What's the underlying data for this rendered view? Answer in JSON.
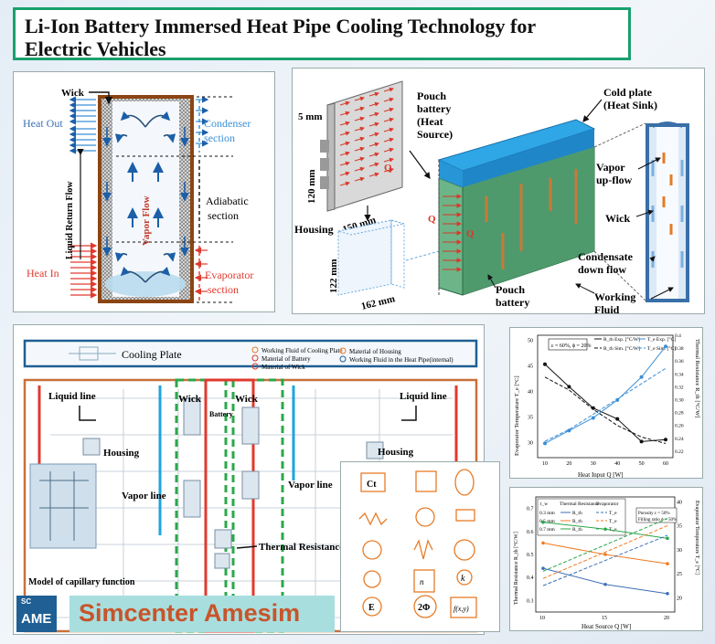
{
  "title": {
    "line1": "Li-Ion Battery Immersed Heat Pipe Cooling Technology for",
    "line2": "Electric Vehicles"
  },
  "heatpipe": {
    "wick": "Wick",
    "heat_out": "Heat Out",
    "heat_in": "Heat In",
    "liquid_return": "Liquid Return Flow",
    "vapor_flow": "Vapor Flow",
    "condenser1": "Condenser",
    "condenser2": "section",
    "adiabatic1": "Adiabatic",
    "adiabatic2": "section",
    "evaporator1": "Evaporator",
    "evaporator2": "section"
  },
  "module": {
    "dim_5": "5 mm",
    "dim_120": "120 mm",
    "dim_150": "150 mm",
    "pouch1": "Pouch",
    "pouch2": "battery",
    "pouch3": "(Heat",
    "pouch4": "Source)",
    "q": "Q",
    "cold1": "Cold plate",
    "cold2": "(Heat Sink)",
    "vapor1": "Vapor",
    "vapor2": "up-flow",
    "wick": "Wick",
    "cond1": "Condensate",
    "cond2": "down flow",
    "housing": "Housing",
    "dim_122": "122 mm",
    "dim_162": "162 mm",
    "pouchb1": "Pouch",
    "pouchb2": "battery",
    "fluid1": "Working",
    "fluid2": "Fluid"
  },
  "amesim": {
    "cooling_plate": "Cooling Plate",
    "leg1": "Working Fluid of Cooling Plate",
    "leg2": "Material of Battery",
    "leg3": "Material of Wick",
    "leg4": "Material of Housing",
    "leg5": "Working Fluid in the Heat Pipe(internal)",
    "liquid_left": "Liquid line",
    "liquid_right": "Liquid line",
    "wick_left": "Wick",
    "wick_right": "Wick",
    "battery": "Battery",
    "housing_left": "Housing",
    "housing_right": "Housing",
    "vapor_left": "Vapor line",
    "vapor_right": "Vapor line",
    "thermal": "Thermal Resistance",
    "capillary": "Model of capillary function"
  },
  "icons": {
    "ct": "Ct",
    "two_phi": "2Φ",
    "k": "k",
    "e": "E",
    "n": "n",
    "fxy": "f(x,y)"
  },
  "chart_data": [
    {
      "type": "line",
      "annotation": "ε = 60%, ϕ = 20%",
      "xlabel": "Heat Input Q [W]",
      "ylabel": "Evaporator Temperature T_e [°C]",
      "ylabel_right": "Thermal Resistance R_th [°C/W]",
      "xticks": [
        "10",
        "20",
        "30",
        "40",
        "50",
        "60"
      ],
      "yticks": [
        "30",
        "35",
        "40",
        "45",
        "50"
      ],
      "yticks_right": [
        "0.22",
        "0.24",
        "0.26",
        "0.28",
        "0.30",
        "0.32",
        "0.34",
        "0.36",
        "0.38",
        "0.4"
      ],
      "legend": [
        "R_th Exp. [°C/W]",
        "R_th Sim. [°C/W]",
        "T_e Exp. [°C]",
        "T_e Sim. [°C]"
      ],
      "series": [
        {
          "name": "R_th Exp. [°C/W]",
          "axis": "right",
          "x": [
            10,
            20,
            30,
            40,
            50,
            60
          ],
          "values": [
            0.355,
            0.32,
            0.287,
            0.27,
            0.235,
            0.238
          ]
        },
        {
          "name": "R_th Sim. [°C/W]",
          "axis": "right",
          "x": [
            10,
            20,
            30,
            40,
            50,
            60
          ],
          "values": [
            0.335,
            0.315,
            0.285,
            0.26,
            0.242,
            0.232
          ]
        },
        {
          "name": "T_e Exp. [°C]",
          "axis": "left",
          "x": [
            10,
            20,
            30,
            40,
            50,
            60
          ],
          "values": [
            29.8,
            32.3,
            34.8,
            38.3,
            42.8,
            48.8
          ]
        },
        {
          "name": "T_e Sim. [°C]",
          "axis": "left",
          "x": [
            10,
            20,
            30,
            40,
            50,
            60
          ],
          "values": [
            30.2,
            32.5,
            35.5,
            38.5,
            41.5,
            44.5
          ]
        }
      ]
    },
    {
      "type": "line",
      "xlabel": "Heat Source Q [W]",
      "ylabel": "Thermal Resistance R_th [°C/W]",
      "ylabel_right": "Evaporator Temperature T_e [°C]",
      "xticks": [
        "10",
        "15",
        "20"
      ],
      "yticks": [
        "0.3",
        "0.4",
        "0.5",
        "0.6",
        "0.7"
      ],
      "yticks_right": [
        "20",
        "25",
        "30",
        "35",
        "40"
      ],
      "table_head": [
        "t_w",
        "Thermal Resistance",
        "Evaporator"
      ],
      "table_rows": [
        [
          "0.3 mm",
          "R_th",
          "T_e"
        ],
        [
          "0.5 mm",
          "R_th",
          "T_e"
        ],
        [
          "0.7 mm",
          "R_th",
          "T_e"
        ]
      ],
      "annotation1": "Porosity ε = 50%",
      "annotation2": "Filling ratio ϕ = 50%",
      "series": [
        {
          "name": "0.3 mm R_th",
          "axis": "left",
          "x": [
            10,
            15,
            20
          ],
          "values": [
            0.44,
            0.37,
            0.33
          ]
        },
        {
          "name": "0.5 mm R_th",
          "axis": "left",
          "x": [
            10,
            15,
            20
          ],
          "values": [
            0.55,
            0.5,
            0.46
          ]
        },
        {
          "name": "0.7 mm R_th",
          "axis": "left",
          "x": [
            10,
            15,
            20
          ],
          "values": [
            0.64,
            0.61,
            0.57
          ]
        },
        {
          "name": "0.3 mm T_e",
          "axis": "right",
          "x": [
            10,
            20
          ],
          "values": [
            22.5,
            33
          ]
        },
        {
          "name": "0.5 mm T_e",
          "axis": "right",
          "x": [
            10,
            20
          ],
          "values": [
            24,
            35
          ]
        },
        {
          "name": "0.7 mm T_e",
          "axis": "right",
          "x": [
            10,
            20
          ],
          "values": [
            25.5,
            36.5
          ]
        }
      ]
    }
  ],
  "brand": {
    "logo_top": "SC",
    "logo_main": "AME",
    "name": "Simcenter Amesim"
  },
  "colors": {
    "title_border": "#1aa06e",
    "blue": "#3b8fd6",
    "red": "#e03a2e",
    "green": "#2aa84a",
    "orange": "#f07b22",
    "brand_text": "#c8542a"
  }
}
